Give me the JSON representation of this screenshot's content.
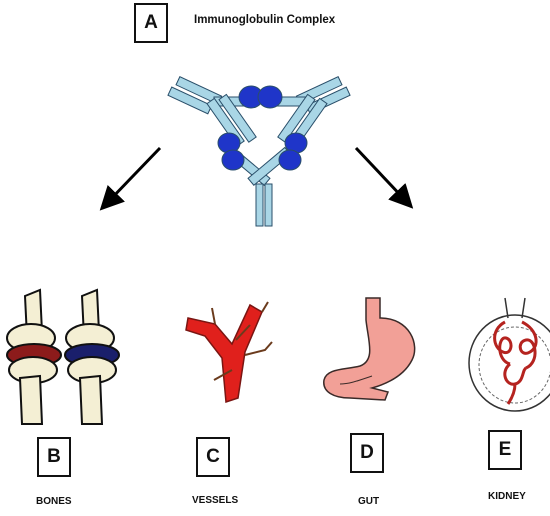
{
  "figure": {
    "title": "Immunoglobulin Complex",
    "panels": [
      {
        "letter": "A"
      },
      {
        "letter": "B",
        "caption": "BONES"
      },
      {
        "letter": "C",
        "caption": "VESSELS"
      },
      {
        "letter": "D",
        "caption": "GUT"
      },
      {
        "letter": "E",
        "caption": "KIDNEY"
      }
    ]
  },
  "colors": {
    "antibody_chain": "#a9d6e6",
    "antigen": "#1f35c9",
    "inflamed_joint_red": "#8c1b1b",
    "inflamed_joint_blue": "#1a1f6b",
    "bone": "#f4efd4",
    "vessel": "#e0201c",
    "stomach": "#f2a097",
    "kidney_vessel": "#b5231f",
    "arrow": "#000000"
  },
  "icons": [
    "immune-complex-icon",
    "arrow-left-icon",
    "arrow-right-icon",
    "bones-joint-icon",
    "blood-vessel-icon",
    "stomach-icon",
    "glomerulus-icon"
  ]
}
